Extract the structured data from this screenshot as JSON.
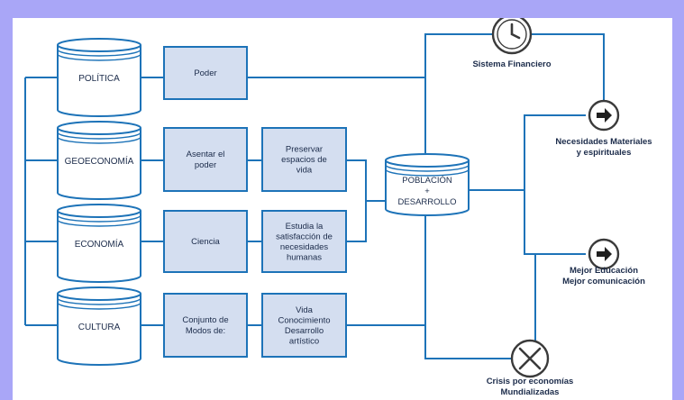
{
  "databases": {
    "politica": "POLÍTICA",
    "geoeconomia": "GEOECONOMÍA",
    "economia": "ECONOMÍA",
    "cultura": "CULTURA"
  },
  "boxes": {
    "poder": [
      "Poder"
    ],
    "asentar": [
      "Asentar el",
      "poder"
    ],
    "ciencia": [
      "Ciencia"
    ],
    "conjunto": [
      "Conjunto de",
      "Modos de:"
    ],
    "preservar": [
      "Preservar",
      "espacios de",
      "vida"
    ],
    "estudia": [
      "Estudia la",
      "satisfacción de",
      "necesidades",
      "humanas"
    ],
    "vida": [
      "Vida",
      "Conocimiento",
      "Desarrollo",
      "artístico"
    ]
  },
  "center": [
    "POBLACIÓN",
    "+",
    "DESARROLLO"
  ],
  "outcomes": {
    "financiero": [
      "Sistema Financiero"
    ],
    "necesidades": [
      "Necesidades Materiales",
      "y espirituales"
    ],
    "educacion": [
      "Mejor Educación",
      "Mejor comunicación"
    ],
    "crisis": [
      "Crisis por economías",
      "Mundializadas"
    ]
  },
  "icons": {
    "financiero": "clock-icon",
    "necesidades": "arrow-right-icon",
    "educacion": "arrow-right-icon",
    "crisis": "cross-icon"
  },
  "colors": {
    "background": "#a9a6f7",
    "connector": "#1d73b8",
    "box_fill": "#d4def0",
    "text": "#1b2b4a"
  }
}
